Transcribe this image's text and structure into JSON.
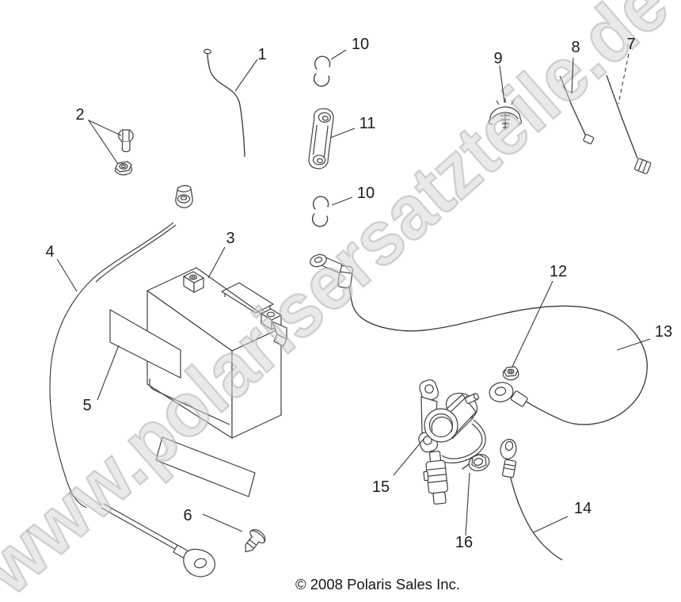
{
  "watermark": {
    "text": "www.polarisersatzteile.de"
  },
  "footer": {
    "copyright": "© 2008 Polaris Sales Inc."
  },
  "diagram": {
    "callouts": [
      {
        "label": "1"
      },
      {
        "label": "2"
      },
      {
        "label": "3"
      },
      {
        "label": "4"
      },
      {
        "label": "5"
      },
      {
        "label": "6"
      },
      {
        "label": "7"
      },
      {
        "label": "8"
      },
      {
        "label": "9"
      },
      {
        "label": "10"
      },
      {
        "label": "10"
      },
      {
        "label": "11"
      },
      {
        "label": "12"
      },
      {
        "label": "13"
      },
      {
        "label": "14"
      },
      {
        "label": "15"
      },
      {
        "label": "16"
      }
    ]
  }
}
